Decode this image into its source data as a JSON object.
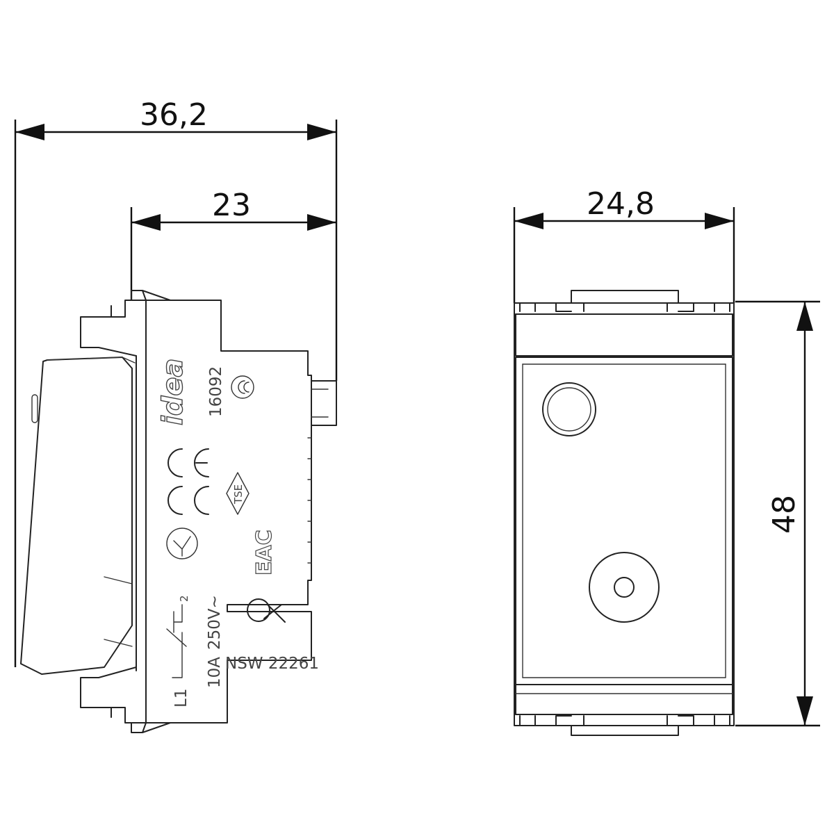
{
  "dimensions": {
    "overall_depth": "36,2",
    "body_depth": "23",
    "width": "24,8",
    "height": "48"
  },
  "product_markings": {
    "brand": "idea",
    "article": "16092",
    "rating_current": "10A",
    "rating_voltage": "250V~",
    "standard": "NSW 22261",
    "terminal_l1": "L1",
    "terminal_2": "2",
    "tse": "TSE",
    "eac": "EAC"
  }
}
